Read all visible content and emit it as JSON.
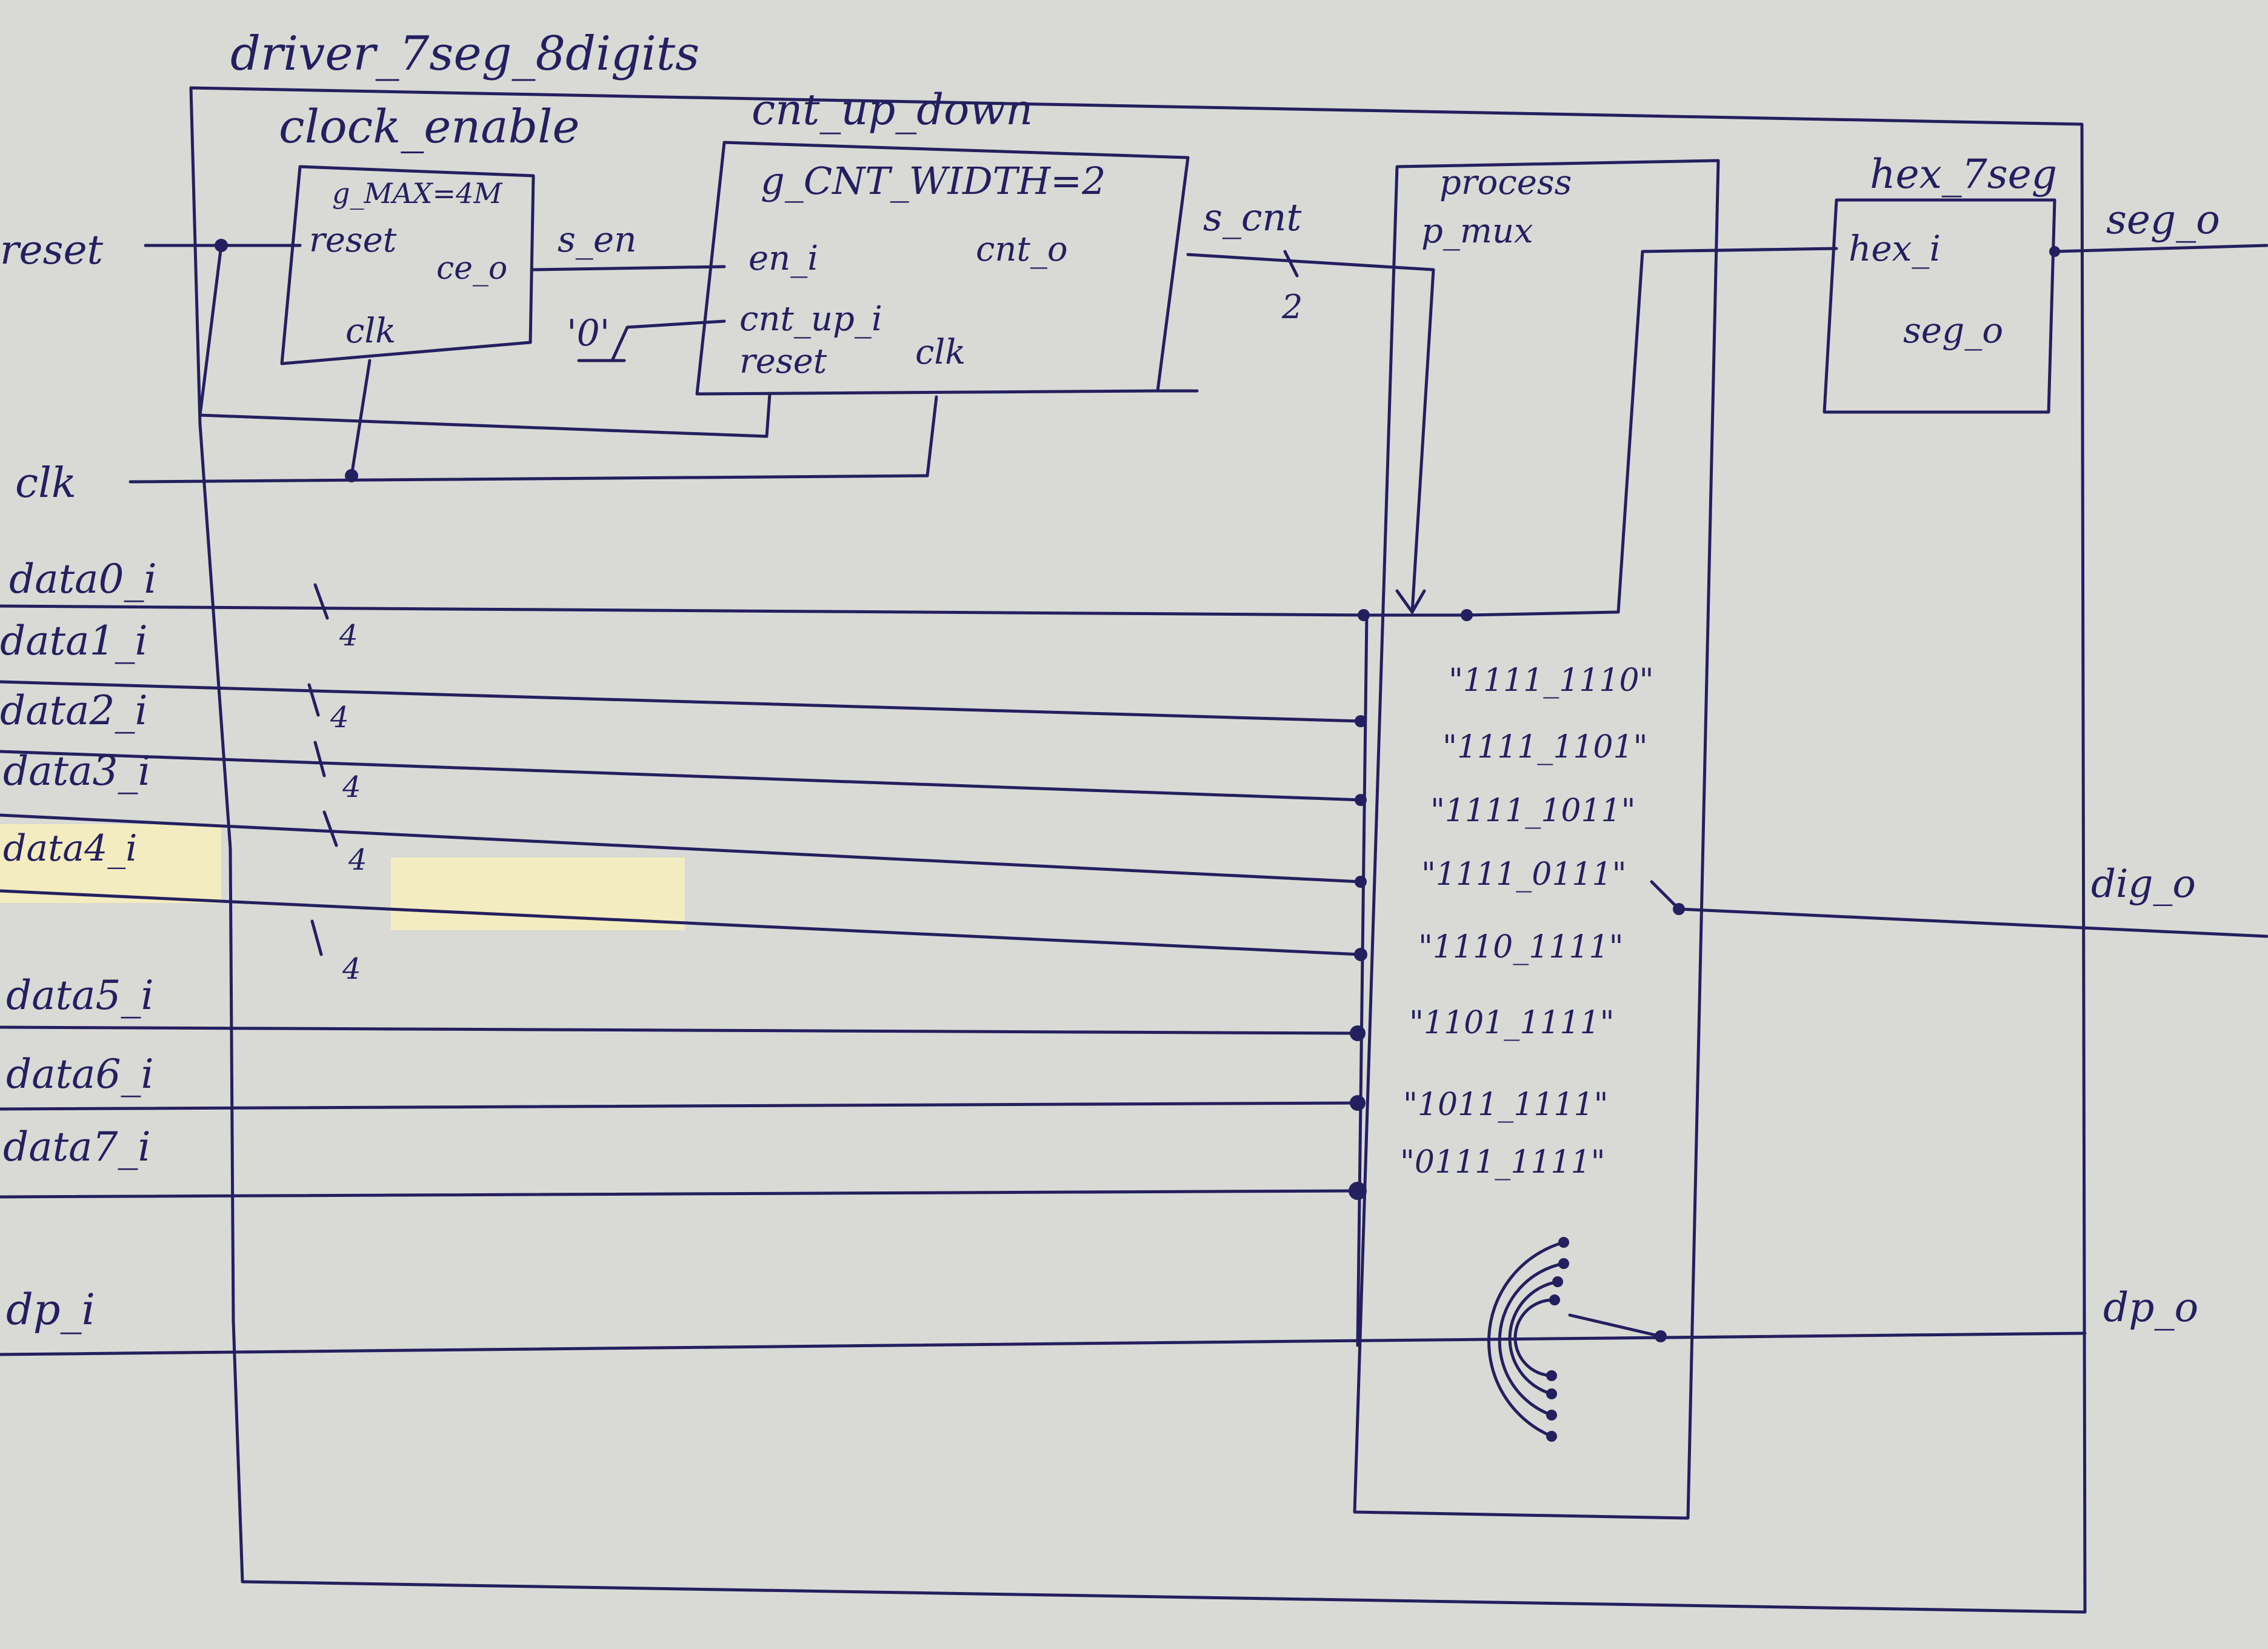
{
  "diagram": {
    "title": "driver_7seg_8digits",
    "clock_enable": {
      "name": "clock_enable",
      "generic": "g_MAX=4M",
      "port_reset": "reset",
      "port_ce": "ce_o",
      "port_clk": "clk"
    },
    "counter": {
      "name": "cnt_up_down",
      "generic": "g_CNT_WIDTH=2",
      "port_en": "en_i",
      "port_cnt": "cnt_o",
      "port_cnt_up": "cnt_up_i",
      "port_reset": "reset",
      "port_clk": "clk",
      "const_zero": "'0'"
    },
    "signals": {
      "s_en": "s_en",
      "s_cnt": "s_cnt",
      "s_cnt_width": "2",
      "bus_width": "4"
    },
    "process": {
      "name": "process",
      "subname": "p_mux",
      "codes": [
        "\"1111_1110\"",
        "\"1111_1101\"",
        "\"1111_1011\"",
        "\"1111_0111\"",
        "\"1110_1111\"",
        "\"1101_1111\"",
        "\"1011_1111\"",
        "\"0111_1111\""
      ]
    },
    "hex7seg": {
      "name": "hex_7seg",
      "port_hex": "hex_i",
      "port_seg": "seg_o"
    },
    "inputs": {
      "reset": "reset",
      "clk": "clk",
      "data": [
        "data0_i",
        "data1_i",
        "data2_i",
        "data3_i",
        "data4_i",
        "data5_i",
        "data6_i",
        "data7_i"
      ],
      "dp": "dp_i"
    },
    "outputs": {
      "seg": "seg_o",
      "dig": "dig_o",
      "dp": "dp_o"
    },
    "colors": {
      "ink": "#241f5e",
      "paper": "#d9d9d6",
      "sticky_note": "#f2ecc0"
    }
  }
}
